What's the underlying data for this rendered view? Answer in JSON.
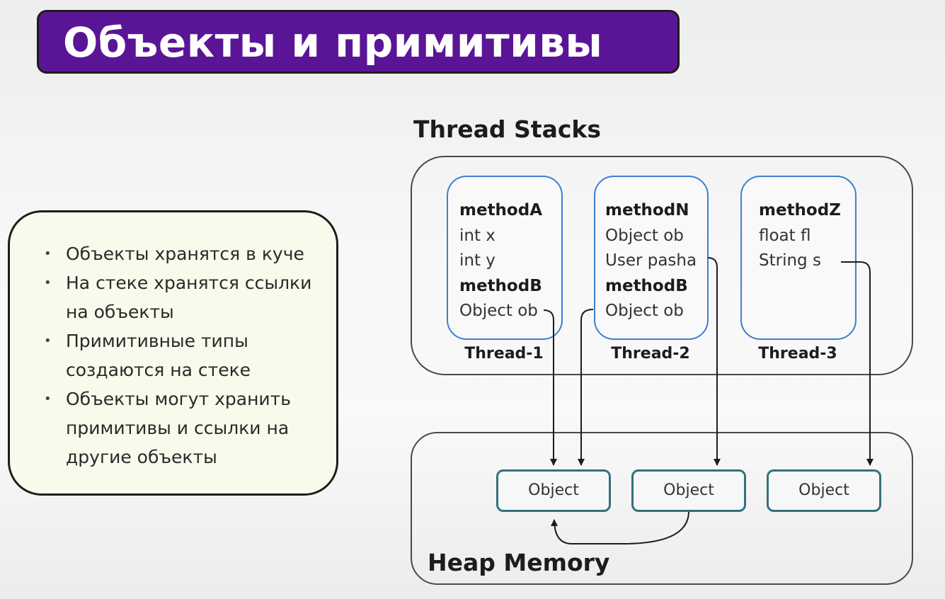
{
  "title": "Объекты и примитивы",
  "notes": {
    "bullets": [
      "Объекты хранятся в куче",
      "На стеке хранятся ссылки на объекты",
      "Примитивные типы создаются на стеке",
      "Объекты могут хранить примитивы и ссылки на другие объекты"
    ],
    "bullet_symbol": "•"
  },
  "thread_stacks": {
    "label": "Thread Stacks",
    "threads": [
      {
        "name": "Thread-1",
        "lines": [
          {
            "text": "methodA",
            "bold": true
          },
          {
            "text": "int x",
            "bold": false
          },
          {
            "text": "int y",
            "bold": false
          },
          {
            "text": "methodB",
            "bold": true
          },
          {
            "text": "Object ob",
            "bold": false
          }
        ]
      },
      {
        "name": "Thread-2",
        "lines": [
          {
            "text": "methodN",
            "bold": true
          },
          {
            "text": "Object ob",
            "bold": false
          },
          {
            "text": "User pasha",
            "bold": false
          },
          {
            "text": "methodB",
            "bold": true
          },
          {
            "text": "Object ob",
            "bold": false
          }
        ]
      },
      {
        "name": "Thread-3",
        "lines": [
          {
            "text": "methodZ",
            "bold": true
          },
          {
            "text": "float fl",
            "bold": false
          },
          {
            "text": "String s",
            "bold": false
          }
        ]
      }
    ]
  },
  "heap": {
    "label": "Heap Memory",
    "objects": [
      "Object",
      "Object",
      "Object"
    ]
  },
  "colors": {
    "title_background": "#5a1596",
    "thread_border": "#3d7fd0",
    "object_border": "#34707e",
    "notes_background": "#f9f9ec"
  }
}
